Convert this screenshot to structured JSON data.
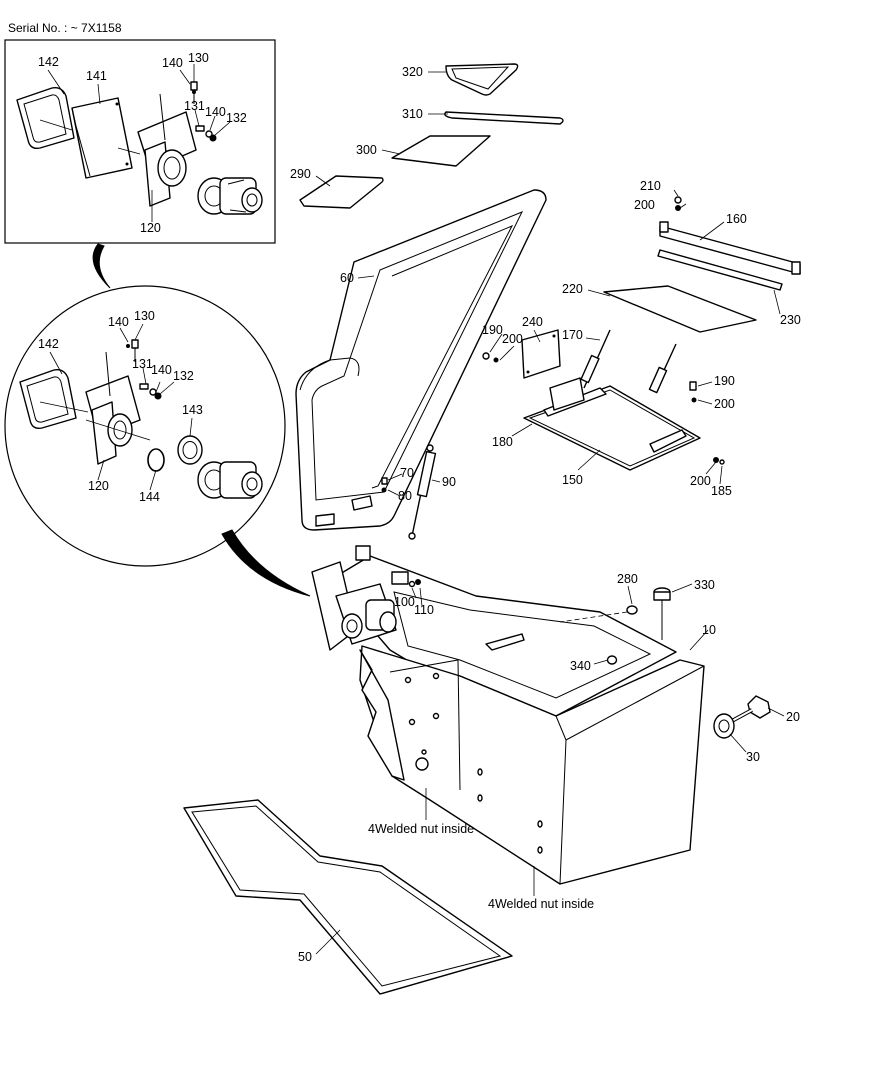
{
  "header": {
    "serial": "Serial No. : ~ 7X1158"
  },
  "callouts": [
    {
      "id": "c142a",
      "label": "142"
    },
    {
      "id": "c141",
      "label": "141"
    },
    {
      "id": "c140a",
      "label": "140"
    },
    {
      "id": "c130a",
      "label": "130"
    },
    {
      "id": "c131a",
      "label": "131"
    },
    {
      "id": "c140b",
      "label": "140"
    },
    {
      "id": "c132a",
      "label": "132"
    },
    {
      "id": "c120a",
      "label": "120"
    },
    {
      "id": "c140c",
      "label": "140"
    },
    {
      "id": "c130b",
      "label": "130"
    },
    {
      "id": "c142b",
      "label": "142"
    },
    {
      "id": "c131b",
      "label": "131"
    },
    {
      "id": "c140d",
      "label": "140"
    },
    {
      "id": "c132b",
      "label": "132"
    },
    {
      "id": "c143",
      "label": "143"
    },
    {
      "id": "c120b",
      "label": "120"
    },
    {
      "id": "c144",
      "label": "144"
    },
    {
      "id": "c320",
      "label": "320"
    },
    {
      "id": "c310",
      "label": "310"
    },
    {
      "id": "c300",
      "label": "300"
    },
    {
      "id": "c290",
      "label": "290"
    },
    {
      "id": "c60",
      "label": "60"
    },
    {
      "id": "c210",
      "label": "210"
    },
    {
      "id": "c200a",
      "label": "200"
    },
    {
      "id": "c160",
      "label": "160"
    },
    {
      "id": "c220",
      "label": "220"
    },
    {
      "id": "c230",
      "label": "230"
    },
    {
      "id": "c240",
      "label": "240"
    },
    {
      "id": "c190a",
      "label": "190"
    },
    {
      "id": "c200b",
      "label": "200"
    },
    {
      "id": "c170",
      "label": "170"
    },
    {
      "id": "c190b",
      "label": "190"
    },
    {
      "id": "c200c",
      "label": "200"
    },
    {
      "id": "c180",
      "label": "180"
    },
    {
      "id": "c150",
      "label": "150"
    },
    {
      "id": "c200d",
      "label": "200"
    },
    {
      "id": "c185",
      "label": "185"
    },
    {
      "id": "c70",
      "label": "70"
    },
    {
      "id": "c80",
      "label": "80"
    },
    {
      "id": "c90",
      "label": "90"
    },
    {
      "id": "c100",
      "label": "100"
    },
    {
      "id": "c110",
      "label": "110"
    },
    {
      "id": "c280",
      "label": "280"
    },
    {
      "id": "c330",
      "label": "330"
    },
    {
      "id": "c10",
      "label": "10"
    },
    {
      "id": "c340",
      "label": "340"
    },
    {
      "id": "c20",
      "label": "20"
    },
    {
      "id": "c30",
      "label": "30"
    },
    {
      "id": "c50",
      "label": "50"
    }
  ],
  "notes": [
    {
      "id": "n1",
      "text": "4Welded nut inside"
    },
    {
      "id": "n2",
      "text": "4Welded nut inside"
    }
  ]
}
